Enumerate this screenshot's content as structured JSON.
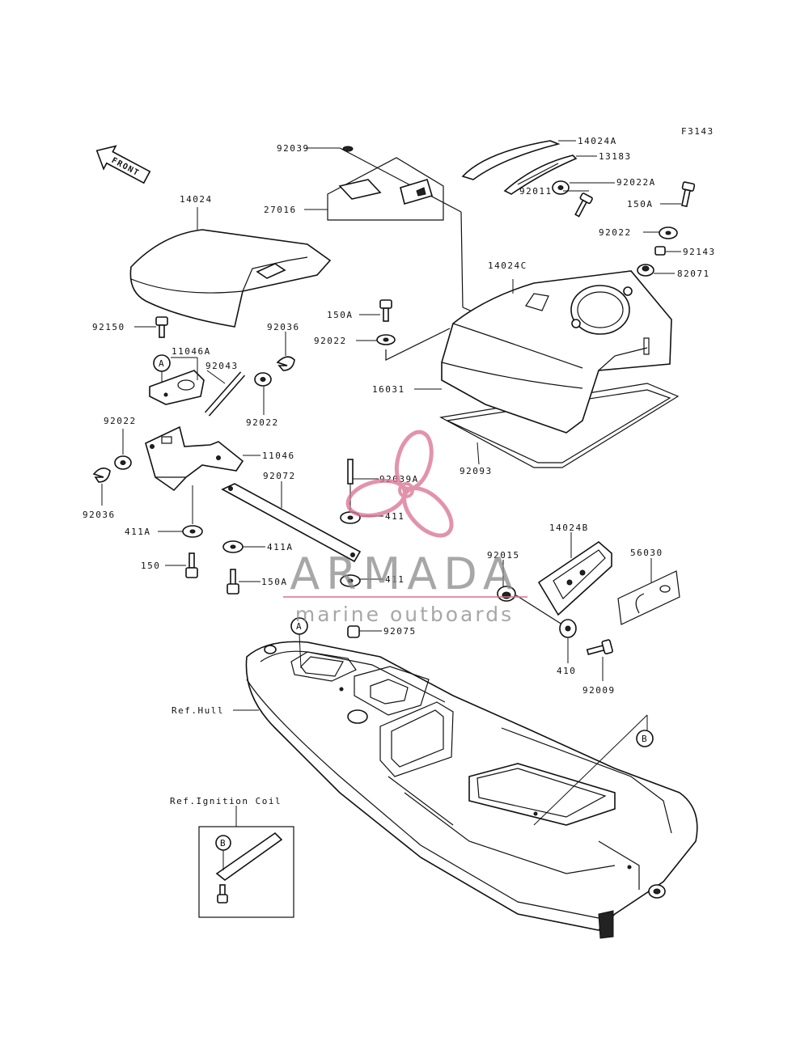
{
  "figure_code": "F3143",
  "front_arrow_label": "FRONT",
  "callouts": {
    "A": "A",
    "B": "B"
  },
  "part_labels": {
    "p92039_top": "92039",
    "p14024A": "14024A",
    "p13183": "13183",
    "p92022A": "92022A",
    "p92011": "92011",
    "p150A_top": "150A",
    "p92022_top": "92022",
    "p92143": "92143",
    "p82071": "82071",
    "p27016": "27016",
    "p14024": "14024",
    "p14024C": "14024C",
    "p150A_mid": "150A",
    "p92022_mid": "92022",
    "p16031": "16031",
    "p92093": "92093",
    "p92150": "92150",
    "p11046A": "11046A",
    "p92036_top": "92036",
    "p92043": "92043",
    "p92022_left": "92022",
    "p92022_center": "92022",
    "p11046": "11046",
    "p92072": "92072",
    "p92039A": "92039A",
    "p411_top": "411",
    "p92036_left": "92036",
    "p411A_left": "411A",
    "p411A_mid": "411A",
    "p150": "150",
    "p150A_low": "150A",
    "p411_low": "411",
    "p14024B": "14024B",
    "p92015": "92015",
    "p56030": "56030",
    "p92075": "92075",
    "p410": "410",
    "p92009": "92009",
    "ref_hull": "Ref.Hull",
    "ref_ignition_coil": "Ref.Ignition Coil"
  },
  "watermark": {
    "brand": "ARMADA",
    "tagline": "marine outboards",
    "logo_color": "#d9708f",
    "text_color": "#8a8a8a"
  },
  "colors": {
    "line": "#111111",
    "background": "#ffffff"
  }
}
